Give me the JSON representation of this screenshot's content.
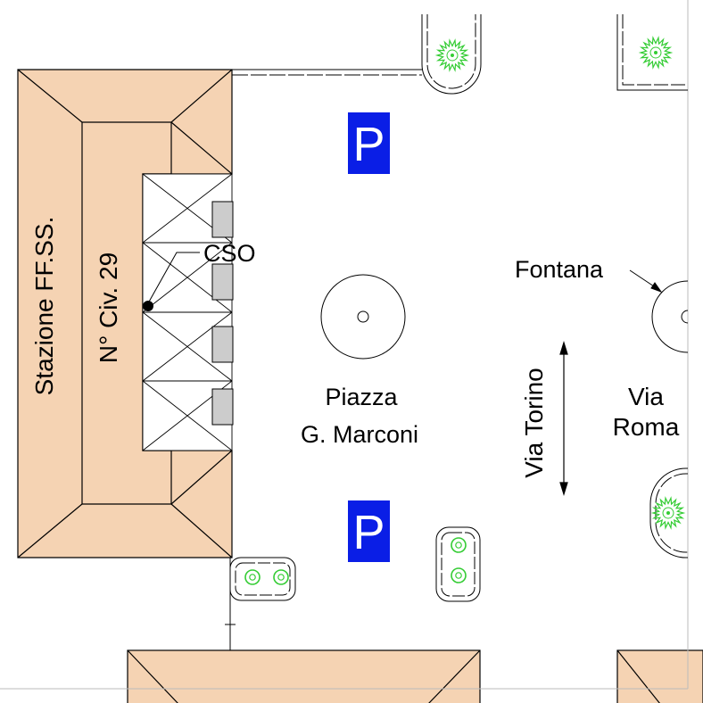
{
  "colors": {
    "building_fill": "#f5d3b3",
    "outline": "#000000",
    "parking_blue": "#0a1ee6",
    "plant_green": "#33cc33",
    "pillar_gray": "#cccccc",
    "background": "#ffffff"
  },
  "labels": {
    "station": "Stazione FF.SS.",
    "civic_number": "N° Civ. 29",
    "cso": "CSO",
    "fountain": "Fontana",
    "piazza_line1": "Piazza",
    "piazza_line2": "G. Marconi",
    "via_torino": "Via Torino",
    "via_roma_line1": "Via",
    "via_roma_line2": "Roma"
  },
  "parking": {
    "symbol": "P",
    "count": 2
  },
  "icons": [
    "parking-sign-icon",
    "tree-icon",
    "fountain-icon",
    "location-marker-icon",
    "double-arrow-icon"
  ]
}
